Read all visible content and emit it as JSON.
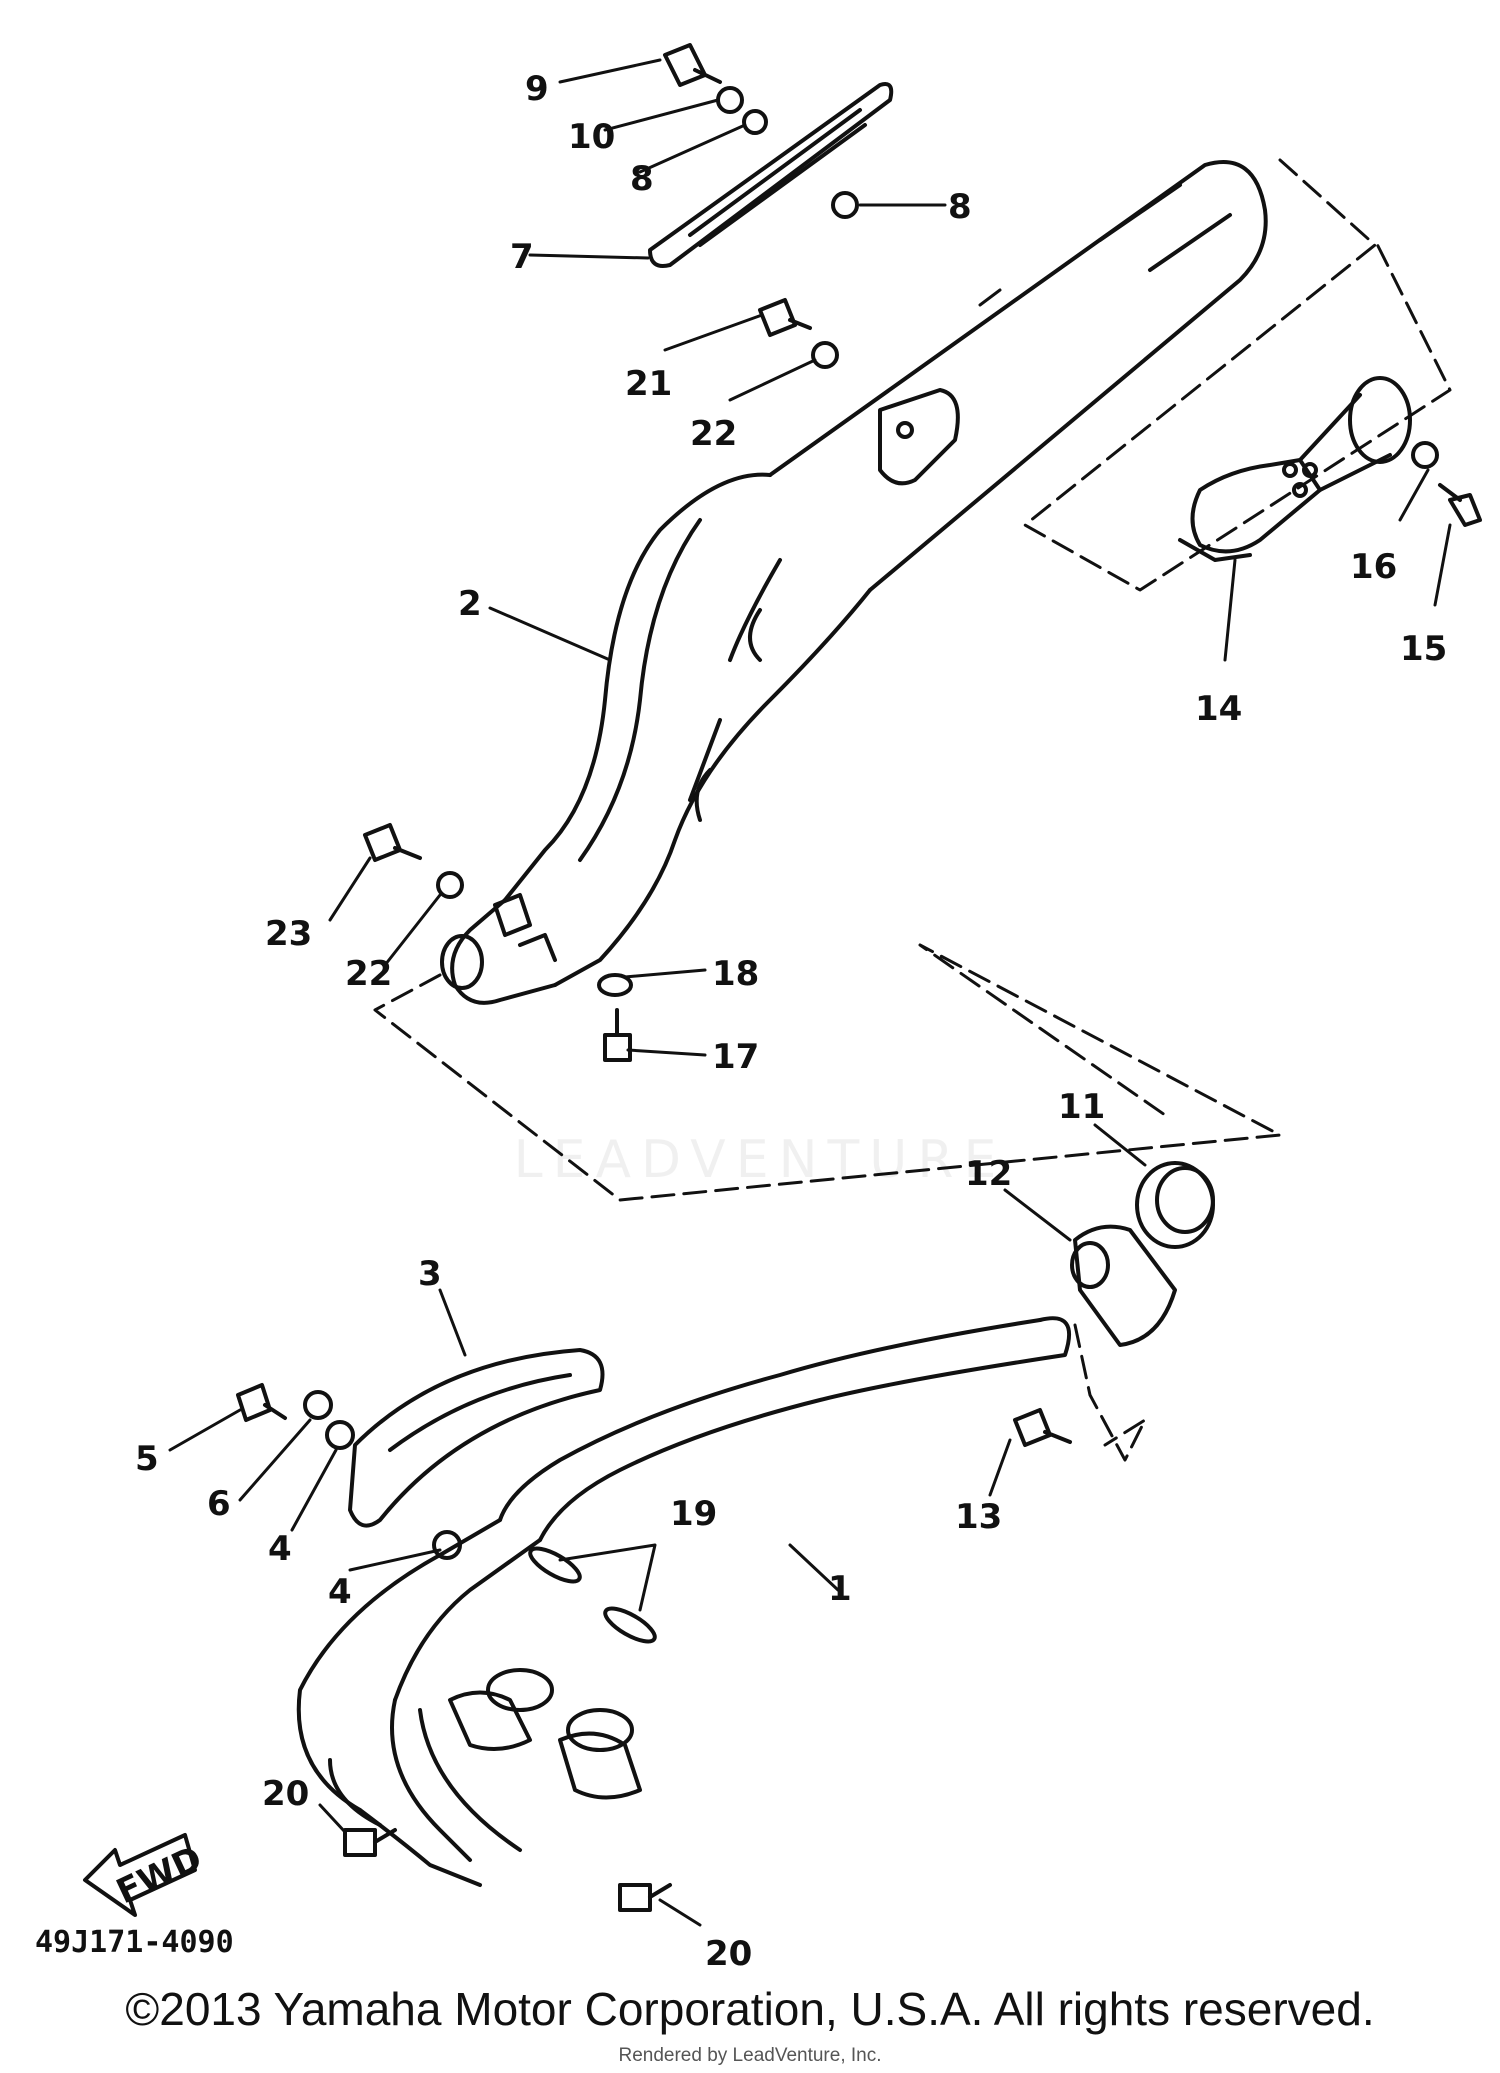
{
  "diagram": {
    "callouts": [
      "1",
      "2",
      "3",
      "4",
      "4",
      "5",
      "6",
      "7",
      "8",
      "8",
      "9",
      "10",
      "11",
      "12",
      "13",
      "14",
      "15",
      "16",
      "17",
      "18",
      "19",
      "20",
      "20",
      "21",
      "22",
      "22",
      "23"
    ],
    "part_code": "49J171-4090",
    "fwd_label": "FWD",
    "watermark_text": "LEADVENTURE"
  },
  "footer": {
    "copyright": "©2013 Yamaha Motor Corporation, U.S.A. All rights reserved.",
    "render_note": "Rendered by LeadVenture, Inc."
  }
}
